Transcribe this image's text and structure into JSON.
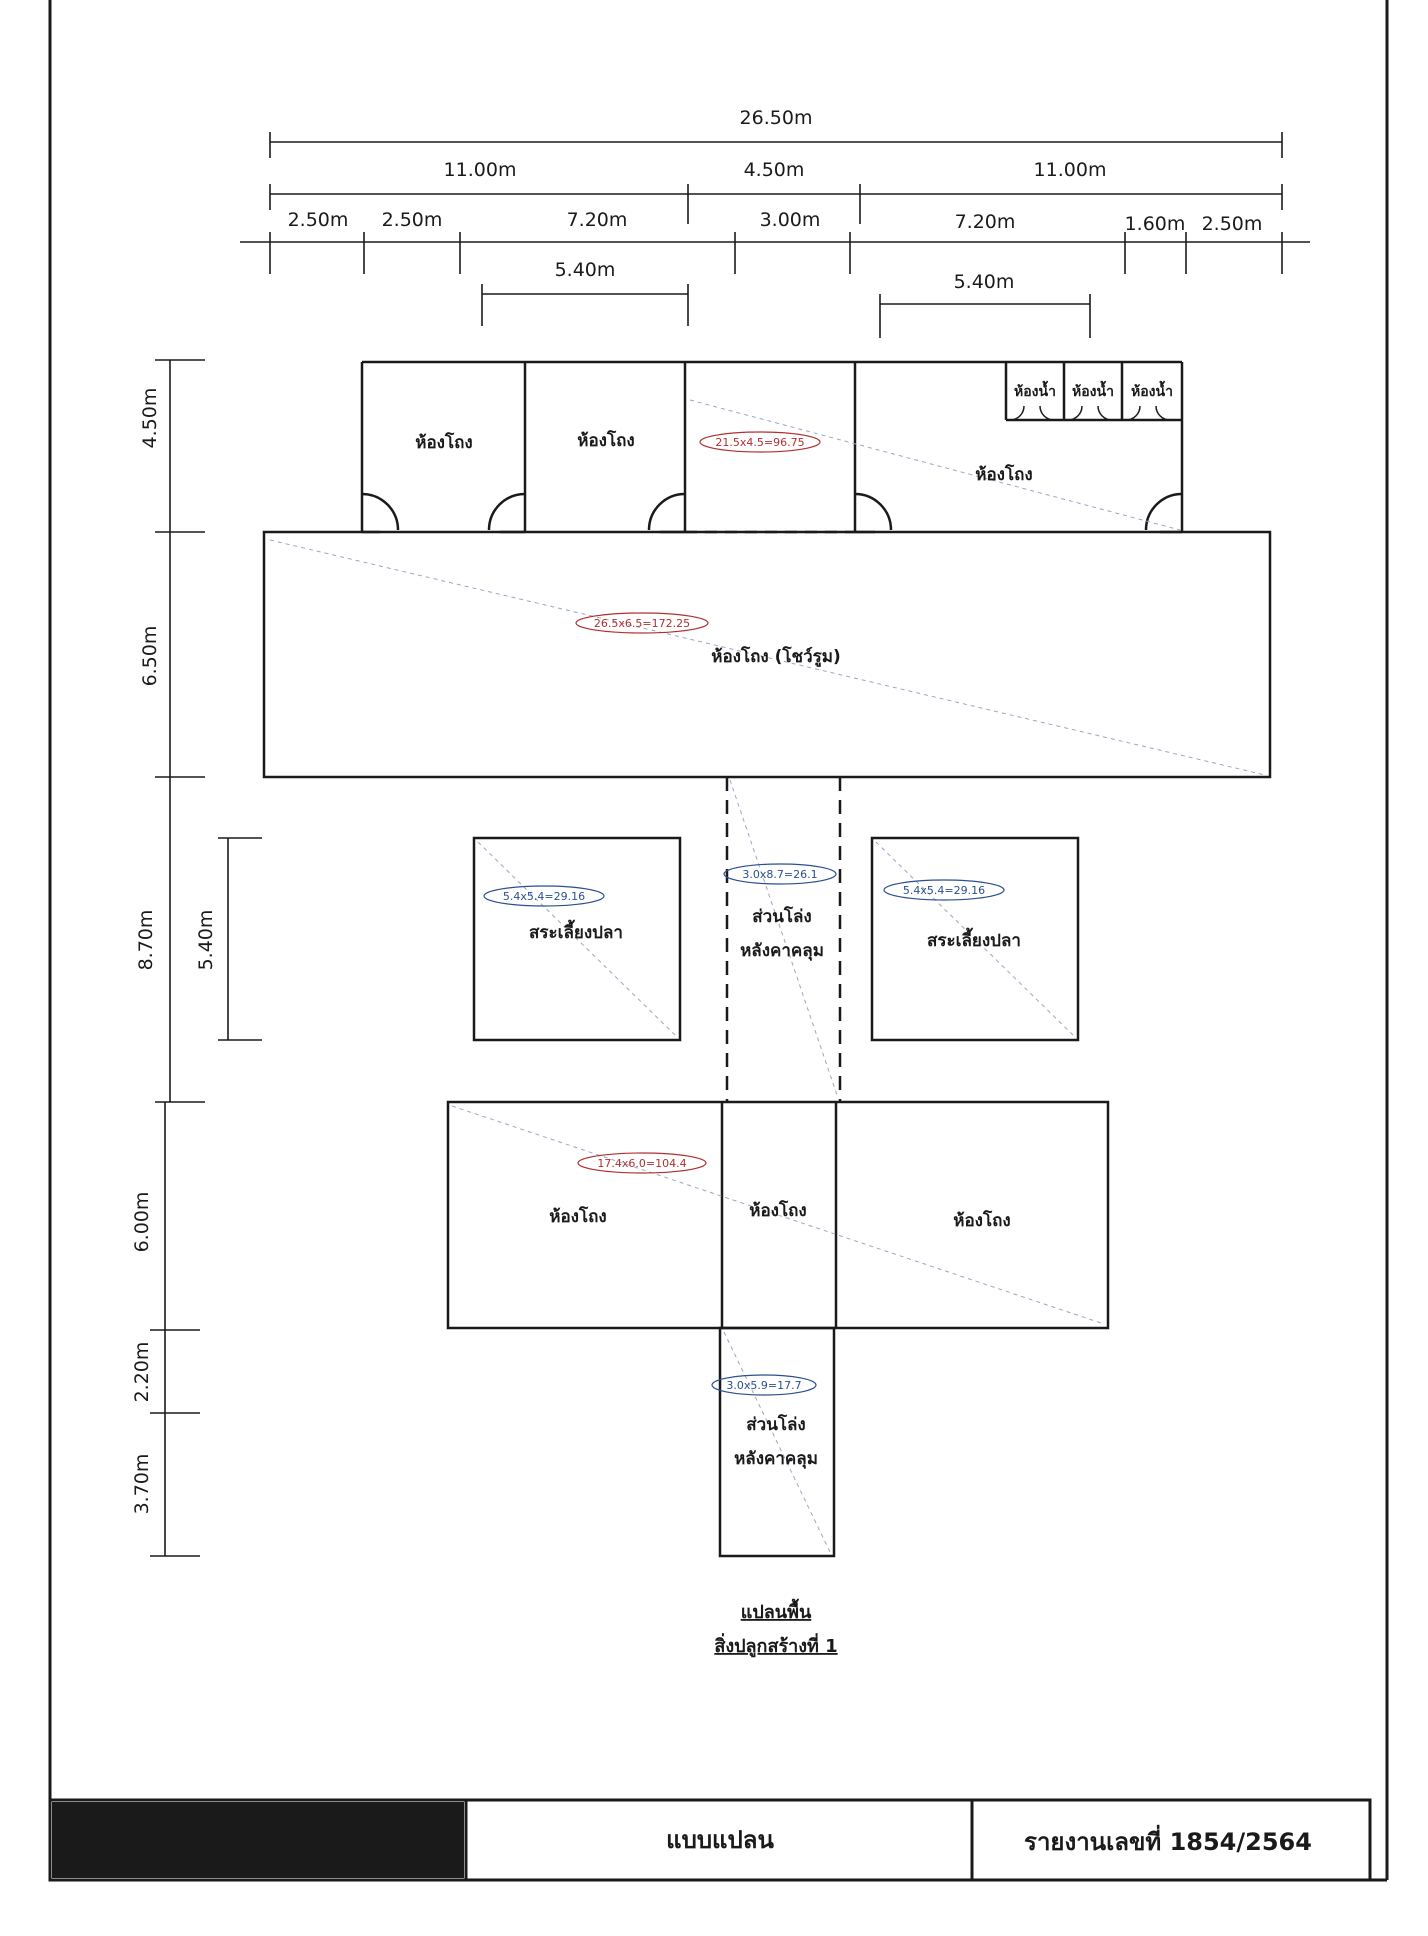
{
  "dimensions": {
    "top_total": "26.50m",
    "top_row2": [
      "11.00m",
      "4.50m",
      "11.00m"
    ],
    "top_row3": [
      "2.50m",
      "2.50m",
      "7.20m",
      "3.00m",
      "7.20m",
      "1.60m",
      "2.50m"
    ],
    "top_row4": [
      "5.40m",
      "5.40m"
    ],
    "left_main": [
      "4.50m",
      "6.50m",
      "8.70m",
      "6.00m",
      "2.20m",
      "3.70m"
    ],
    "left_pond": "5.40m"
  },
  "rooms": {
    "storage": "ห้องโถง",
    "toilet": "ห้องน้ำ",
    "showroom": "ห้องโถง (โชว์รูม)",
    "fish_pond": "สระเลี้ยงปลา",
    "open_roofed_line1": "ส่วนโล่ง",
    "open_roofed_line2": "หลังคาคลุม"
  },
  "area_notes": {
    "top": "21.5x4.5=96.75",
    "showroom": "26.5x6.5=172.25",
    "pond_left": "5.4x5.4=29.16",
    "corridor": "3.0x8.7=26.1",
    "pond_right": "5.4x5.4=29.16",
    "bottom": "17.4x6.0=104.4",
    "bottom_open": "3.0x5.9=17.7"
  },
  "caption": {
    "line1": "แปลนพื้น",
    "line2": "สิ่งปลูกสร้างที่ 1"
  },
  "title_block": {
    "drawing_type": "แบบแปลน",
    "report_number": "รายงานเลขที่ 1854/2564"
  },
  "colors": {
    "line": "#1a1a1a",
    "note_red": "#b03030",
    "note_blue": "#2a4f8f",
    "logo_block": "#1a1a1a"
  }
}
